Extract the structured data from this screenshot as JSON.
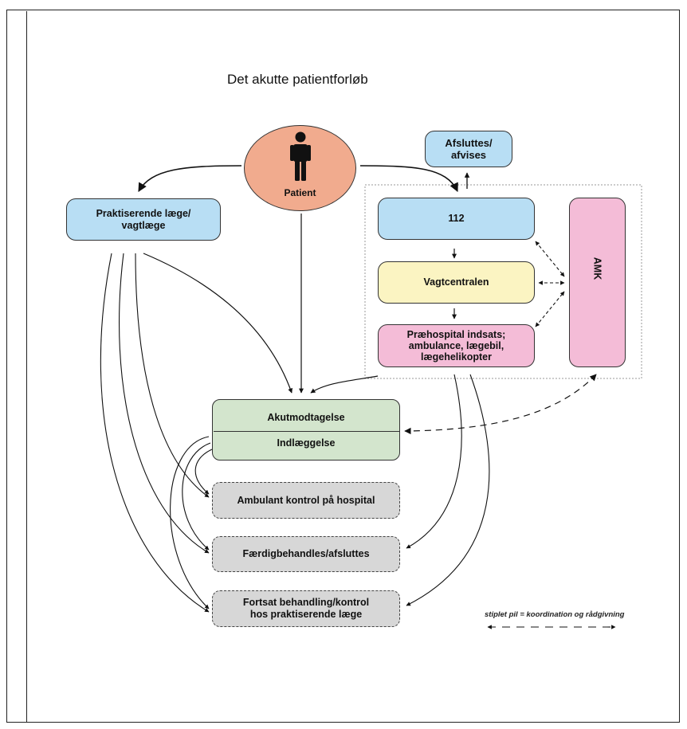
{
  "title": "Det akutte patientforløb",
  "nodes": {
    "patient": "Patient",
    "afsluttes": "Afsluttes/\nafvises",
    "praktiserende": "Praktiserende læge/\nvagtlæge",
    "n112": "112",
    "vagtcentralen": "Vagtcentralen",
    "praehospital": "Præhospital indsats;\nambulance, lægebil,\nlægehelikopter",
    "amk": "AMK",
    "akutmodtagelse": "Akutmodtagelse",
    "indlaeggelse": "Indlæggelse",
    "ambulant": "Ambulant kontrol på hospital",
    "faerdig": "Færdigbehandles/afsluttes",
    "fortsat": "Fortsat behandling/kontrol\nhos praktiserende læge"
  },
  "legend": "stiplet pil = koordination og rådgivning",
  "colors": {
    "blue": "#b8def4",
    "yellow": "#fbf4c2",
    "pink": "#f4bcd7",
    "green": "#d3e5cd",
    "grey": "#d7d7d7",
    "patient": "#f1ab8e"
  }
}
